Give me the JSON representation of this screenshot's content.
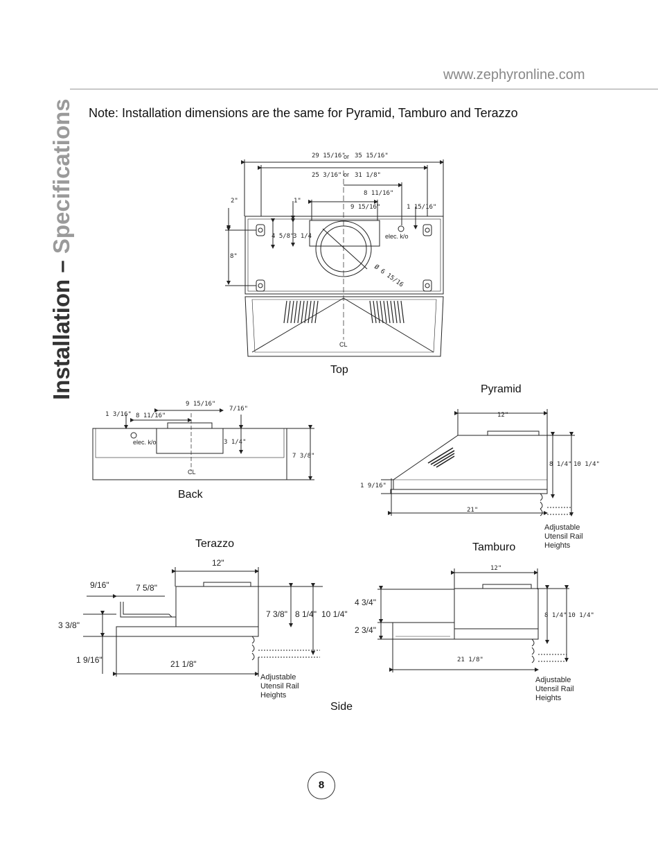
{
  "header": {
    "url": "www.zephyronline.com"
  },
  "side_title": {
    "part1": "Installation – ",
    "part2": "Specifications"
  },
  "note": "Note: Installation dimensions are the same for Pyramid, Tamburo and Terazzo",
  "views": {
    "top": {
      "caption": "Top"
    },
    "back": {
      "caption": "Back"
    },
    "pyramid": {
      "caption": "Pyramid"
    },
    "terazzo": {
      "caption": "Terazzo"
    },
    "tamburo": {
      "caption": "Tamburo"
    },
    "side": {
      "caption": "Side"
    }
  },
  "labels": {
    "or": "or",
    "cl": "CL",
    "elec_ko": "elec. k/o",
    "adjustable_line1": "Adjustable",
    "adjustable_line2": "Utensil Rail",
    "adjustable_line3": "Heights"
  },
  "dimensions": {
    "top_width_a": "29 15/16\"",
    "top_width_b": "35 15/16\"",
    "top_inner_a": "25 3/16\"",
    "top_inner_b": "31 1/8\"",
    "top_offset": "8 11/16\"",
    "top_duct_width": "9 15/16\"",
    "top_knockout": "1 15/16\"",
    "top_2": "2\"",
    "top_1": "1\"",
    "top_8": "8\"",
    "top_4_5_8": "4 5/8\"",
    "top_3_1_4": "3 1/4",
    "top_diameter": "Ø 6 15/16",
    "back_1_3_16": "1 3/16\"",
    "back_8_11_16": "8 11/16\"",
    "back_9_15_16": "9 15/16\"",
    "back_7_16": "7/16\"",
    "back_3_1_4": "3 1/4\"",
    "back_7_3_8": "7 3/8\"",
    "pyr_12": "12\"",
    "pyr_8_1_4": "8 1/4\"",
    "pyr_10_1_4": "10 1/4\"",
    "pyr_1_9_16": "1 9/16\"",
    "pyr_21": "21\"",
    "ter_12": "12\"",
    "ter_9_16": "9/16\"",
    "ter_7_5_8": "7 5/8\"",
    "ter_3_3_8": "3 3/8\"",
    "ter_7_3_8": "7 3/8\"",
    "ter_8_1_4": "8 1/4\"",
    "ter_10_1_4": "10 1/4\"",
    "ter_1_9_16": "1 9/16\"",
    "ter_21_1_8": "21 1/8\"",
    "tam_12": "12\"",
    "tam_4_3_4": "4 3/4\"",
    "tam_2_3_4": "2 3/4\"",
    "tam_8_1_4": "8 1/4\"",
    "tam_10_1_4": "10 1/4\"",
    "tam_21_1_8": "21 1/8\""
  },
  "page_number": "8"
}
